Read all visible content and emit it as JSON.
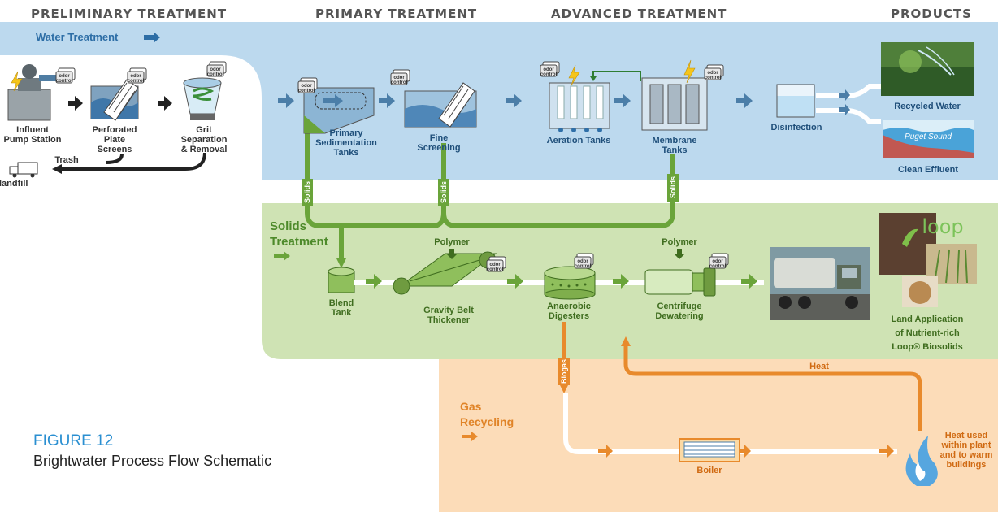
{
  "headers": {
    "preliminary": "PRELIMINARY TREATMENT",
    "primary": "PRIMARY TREATMENT",
    "advanced": "ADVANCED TREATMENT",
    "products": "PRODUCTS"
  },
  "bands": {
    "water": "Water Treatment",
    "solids_line1": "Solids",
    "solids_line2": "Treatment",
    "gas_line1": "Gas",
    "gas_line2": "Recycling"
  },
  "odor": {
    "line1": "odor",
    "line2": "control"
  },
  "preliminary": {
    "pump_l1": "Influent",
    "pump_l2": "Pump Station",
    "screens_l1": "Perforated",
    "screens_l2": "Plate",
    "screens_l3": "Screens",
    "grit_l1": "Grit",
    "grit_l2": "Separation",
    "grit_l3": "& Removal",
    "trash": "Trash",
    "landfill": "to landfill"
  },
  "primary": {
    "sed_l1": "Primary",
    "sed_l2": "Sedimentation",
    "sed_l3": "Tanks",
    "fine_l1": "Fine",
    "fine_l2": "Screening"
  },
  "advanced": {
    "aeration": "Aeration Tanks",
    "membrane_l1": "Membrane",
    "membrane_l2": "Tanks",
    "disinfection": "Disinfection"
  },
  "products": {
    "recycled": "Recycled Water",
    "puget": "Puget Sound",
    "effluent": "Clean Effluent",
    "loop_logo": "loop",
    "land_l1": "Land Application",
    "land_l2": "of Nutrient-rich",
    "land_l3": "Loop® Biosolids"
  },
  "solids": {
    "solids_label": "Solids",
    "blend_l1": "Blend",
    "blend_l2": "Tank",
    "polymer": "Polymer",
    "gbt_l1": "Gravity Belt",
    "gbt_l2": "Thickener",
    "digest_l1": "Anaerobic",
    "digest_l2": "Digesters",
    "cent_l1": "Centrifuge",
    "cent_l2": "Dewatering"
  },
  "gas": {
    "biogas": "Biogas",
    "heat": "Heat",
    "boiler": "Boiler",
    "heatuse_l1": "Heat used",
    "heatuse_l2": "within plant",
    "heatuse_l3": "and to warm",
    "heatuse_l4": "buildings"
  },
  "figure": {
    "number": "FIGURE 12",
    "title": "Brightwater Process Flow Schematic"
  },
  "colors": {
    "water_band": "#bcd9ee",
    "solids_band": "#cfe3b4",
    "gas_band": "#fcdcb8",
    "green_pipe": "#6aa43a",
    "orange_pipe": "#e88a2c",
    "blue_arrow": "#4b7ea8",
    "figure_blue": "#2a8fd1"
  }
}
